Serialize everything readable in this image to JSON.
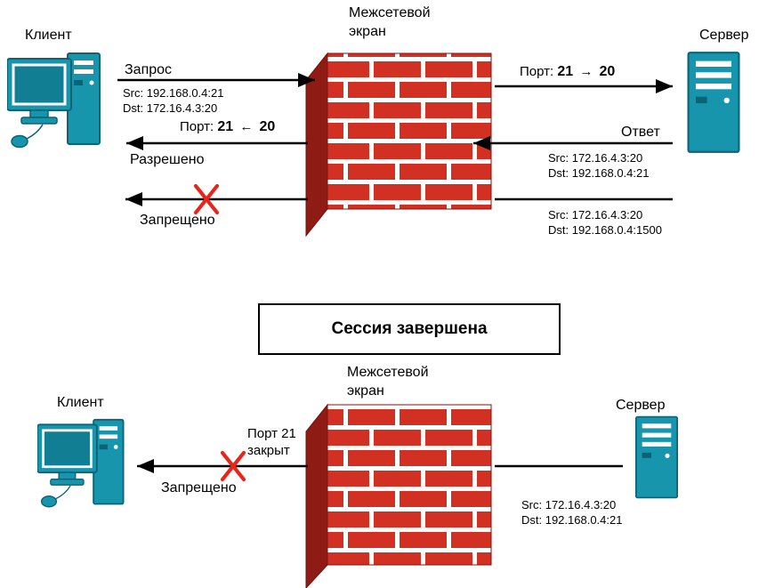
{
  "colors": {
    "teal": "#1795ad",
    "teal_dark": "#0b6375",
    "brick_red": "#d33024",
    "brick_side_dark": "#8e1c14",
    "cross_red": "#e8251d",
    "line_black": "#000000"
  },
  "top": {
    "client_label": "Клиент",
    "firewall_label": {
      "line1": "Межсетевой",
      "line2": "экран"
    },
    "server_label": "Сервер",
    "request": {
      "label": "Запрос",
      "src": "Src: 192.168.0.4:21",
      "dst": "Dst: 172.16.4.3:20"
    },
    "port_out": {
      "prefix": "Порт:",
      "from": "21",
      "arrow": "→",
      "to": "20"
    },
    "response": {
      "label": "Ответ",
      "src": "Src: 172.16.4.3:20",
      "dst": "Dst: 192.168.0.4:21"
    },
    "port_in": {
      "prefix": "Порт:",
      "from": "21",
      "arrow": "←",
      "to": "20"
    },
    "allowed_label": "Разрешено",
    "blocked": {
      "label": "Запрещено",
      "src": "Src: 172.16.4.3:20",
      "dst": "Dst: 192.168.0.4:1500"
    }
  },
  "session_box": {
    "label": "Сессия завершена"
  },
  "bottom": {
    "client_label": "Клиент",
    "firewall_label": {
      "line1": "Межсетевой",
      "line2": "экран"
    },
    "server_label": "Сервер",
    "port_closed": {
      "line1": "Порт 21",
      "line2": "закрыт"
    },
    "denied_label": "Запрещено",
    "blocked": {
      "src": "Src: 172.16.4.3:20",
      "dst": "Dst: 192.168.0.4:21"
    }
  }
}
